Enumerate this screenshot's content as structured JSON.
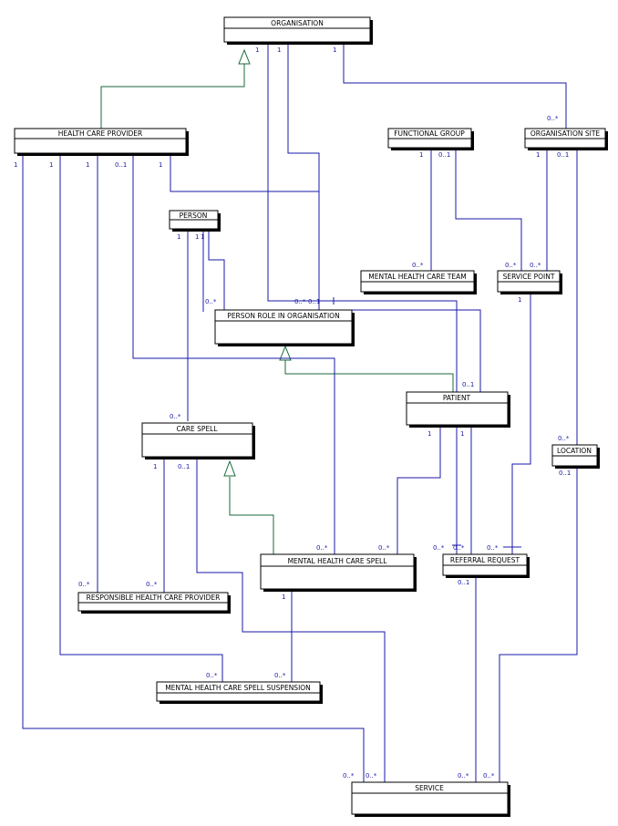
{
  "classes": {
    "organisation": "ORGANISATION",
    "health_care_provider": "HEALTH CARE PROVIDER",
    "functional_group": "FUNCTIONAL GROUP",
    "organisation_site": "ORGANISATION SITE",
    "person": "PERSON",
    "mental_health_care_team": "MENTAL HEALTH CARE TEAM",
    "service_point": "SERVICE POINT",
    "person_role_in_organisation": "PERSON ROLE IN ORGANISATION",
    "patient": "PATIENT",
    "care_spell": "CARE SPELL",
    "location": "LOCATION",
    "mental_health_care_spell": "MENTAL HEALTH CARE SPELL",
    "referral_request": "REFERRAL REQUEST",
    "responsible_health_care_provider": "RESPONSIBLE HEALTH CARE PROVIDER",
    "mental_health_care_spell_suspension": "MENTAL HEALTH CARE SPELL SUSPENSION",
    "service": "SERVICE"
  },
  "multiplicities": {
    "one": "1",
    "zero_one": "0..1",
    "zero_many": "0..*"
  },
  "colors": {
    "association": "#1a1aa8",
    "generalization": "#1a6a3a",
    "box": "#000000"
  }
}
